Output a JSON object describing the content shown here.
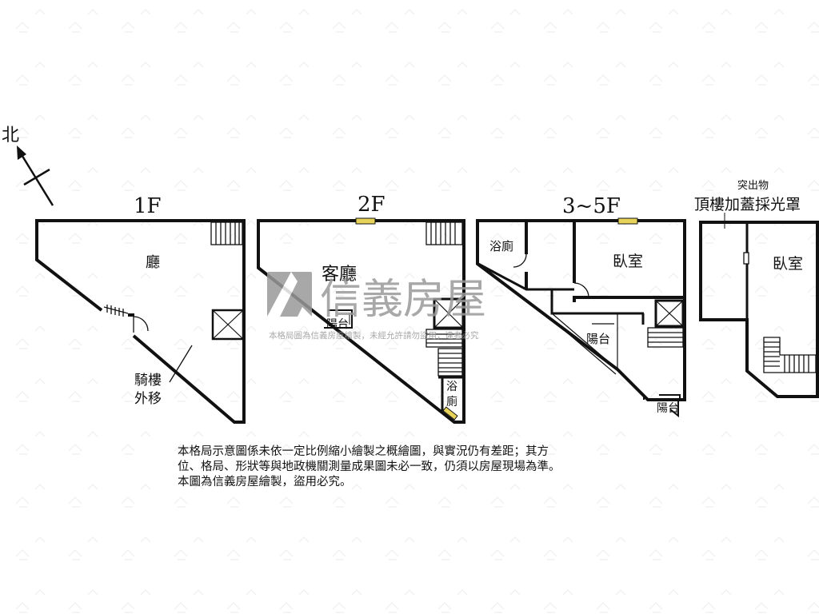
{
  "compass": {
    "north": "北"
  },
  "floors": [
    {
      "id": "1f",
      "title": "1F",
      "rooms": [
        "廳"
      ],
      "annotation": [
        "騎樓",
        "外移"
      ]
    },
    {
      "id": "2f",
      "title": "2F",
      "rooms": [
        "客廳",
        "陽台",
        "浴",
        "廁"
      ]
    },
    {
      "id": "3f",
      "title": "3~5F",
      "rooms": [
        "浴廁",
        "臥室",
        "陽台",
        "陽台"
      ]
    },
    {
      "id": "rf",
      "title": "頂樓加蓋採光罩",
      "subtitle": "突出物",
      "rooms": [
        "臥室"
      ]
    }
  ],
  "watermark": {
    "brand": "信義房屋",
    "line": "本格局圖為信義房屋繪製，未經允許請勿盜用，違者必究"
  },
  "disclaimer": [
    "本格局示意圖係未依一定比例縮小繪製之概繪圖，與實況仍有差距；其方",
    "位、格局、形狀等與地政機關測量成果圖未必一致，仍須以房屋現場為準。",
    "本圖為信義房屋繪製，盜用必究。"
  ],
  "colors": {
    "wall": "#111111",
    "window": "#e8d35a",
    "watermark": "#9a9a9a"
  }
}
